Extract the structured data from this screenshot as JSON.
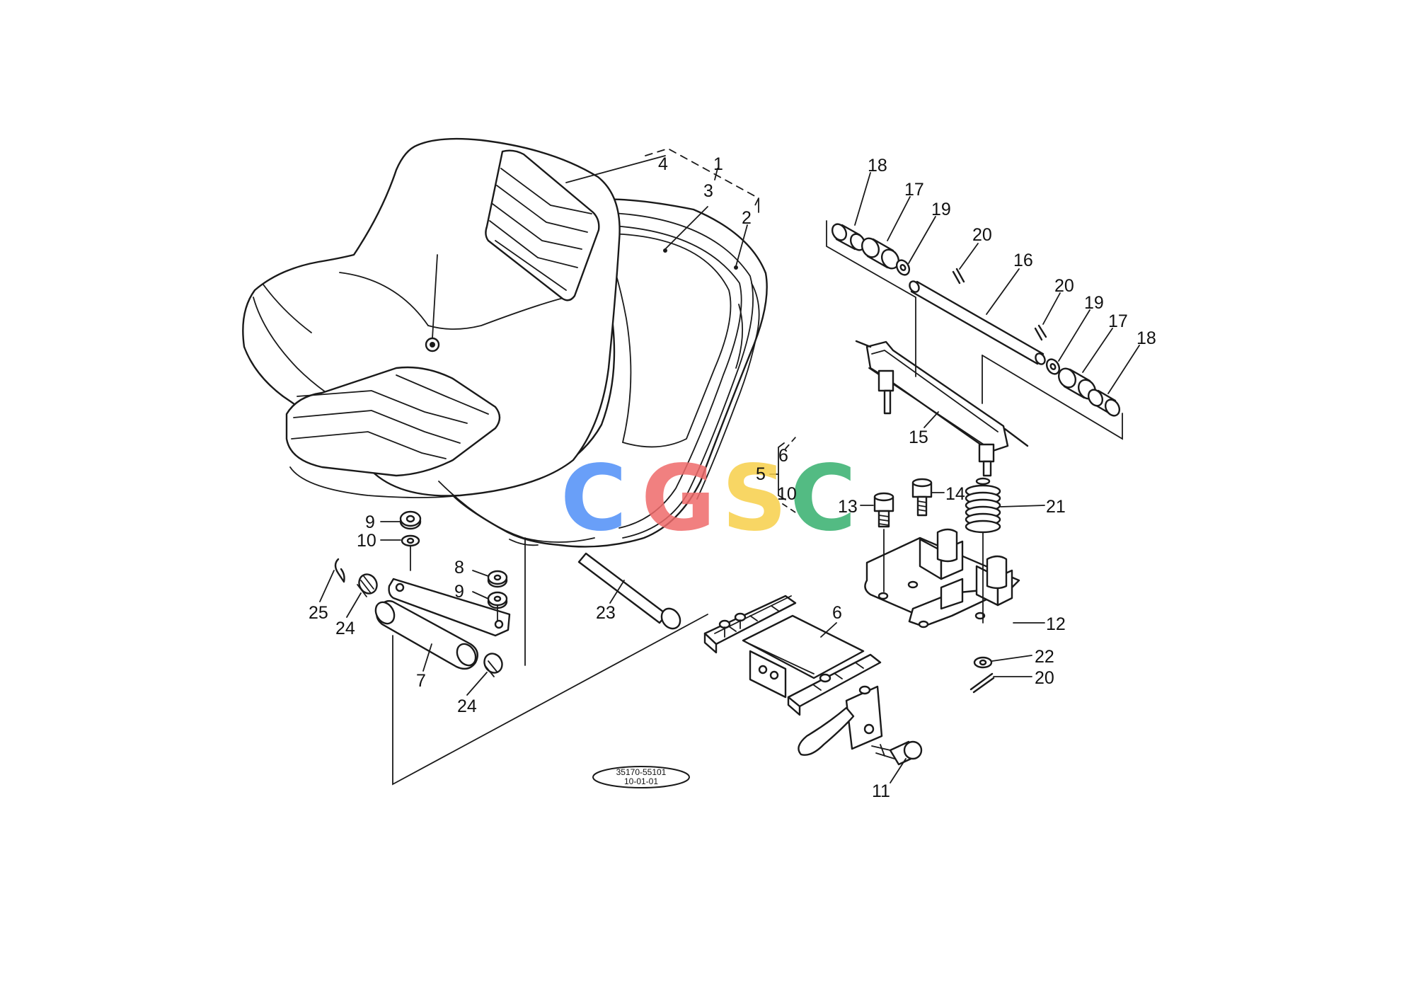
{
  "diagram": {
    "part_labels": [
      {
        "id": "p1",
        "text": "1"
      },
      {
        "id": "p2",
        "text": "2"
      },
      {
        "id": "p3",
        "text": "3"
      },
      {
        "id": "p4",
        "text": "4"
      },
      {
        "id": "p5",
        "text": "5"
      },
      {
        "id": "p6a",
        "text": "6"
      },
      {
        "id": "p10a",
        "text": "10"
      },
      {
        "id": "p6b",
        "text": "6"
      },
      {
        "id": "p7",
        "text": "7"
      },
      {
        "id": "p8",
        "text": "8"
      },
      {
        "id": "p9a",
        "text": "9"
      },
      {
        "id": "p9b",
        "text": "9"
      },
      {
        "id": "p10b",
        "text": "10"
      },
      {
        "id": "p11",
        "text": "11"
      },
      {
        "id": "p12",
        "text": "12"
      },
      {
        "id": "p13",
        "text": "13"
      },
      {
        "id": "p14",
        "text": "14"
      },
      {
        "id": "p15",
        "text": "15"
      },
      {
        "id": "p16",
        "text": "16"
      },
      {
        "id": "p17a",
        "text": "17"
      },
      {
        "id": "p17b",
        "text": "17"
      },
      {
        "id": "p18a",
        "text": "18"
      },
      {
        "id": "p18b",
        "text": "18"
      },
      {
        "id": "p19a",
        "text": "19"
      },
      {
        "id": "p19b",
        "text": "19"
      },
      {
        "id": "p20a",
        "text": "20"
      },
      {
        "id": "p20b",
        "text": "20"
      },
      {
        "id": "p20c",
        "text": "20"
      },
      {
        "id": "p21",
        "text": "21"
      },
      {
        "id": "p22",
        "text": "22"
      },
      {
        "id": "p23",
        "text": "23"
      },
      {
        "id": "p24a",
        "text": "24"
      },
      {
        "id": "p24b",
        "text": "24"
      },
      {
        "id": "p25",
        "text": "25"
      }
    ],
    "drawing_code": {
      "line1": "35170-55101",
      "line2": "10-01-01"
    },
    "watermark": {
      "letters": [
        "C",
        "G",
        "S",
        "C"
      ],
      "colors": [
        "#4f8ff7",
        "#ef6b6b",
        "#f7d04a",
        "#36b06e"
      ]
    }
  }
}
